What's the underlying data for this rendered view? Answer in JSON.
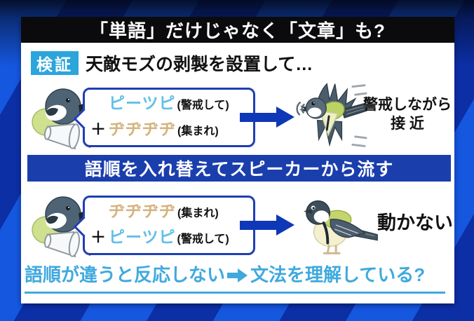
{
  "colors": {
    "background_stripe_bright": "#1557DF",
    "background_stripe_dark": "#0C2FA6",
    "header_bg": "#0B0B0D",
    "badge_bg": "#2BA5DC",
    "banner_bg": "#1B3EAD",
    "box_border": "#1F3EB5",
    "arrow": "#0F38B8",
    "call_peetsupi": "#63BFE8",
    "call_jijijiji": "#D4B37E",
    "conclusion_text": "#3FA9DE",
    "megaphone_dash": "#C9252E"
  },
  "header": {
    "title": "「単語」だけじゃなく「文章」も?"
  },
  "experiment": {
    "badge": "検証",
    "description": "天敵モズの剥製を設置して…"
  },
  "trial1": {
    "box": {
      "line1": {
        "call": "ピーツピ",
        "meaning": "(警戒して)"
      },
      "line2": {
        "plus": "＋",
        "call": "ヂヂヂヂ",
        "meaning": "(集まれ)"
      }
    },
    "result_line1": "警戒しながら",
    "result_line2": "接 近"
  },
  "banner": {
    "label": "語順を入れ替えてスピーカーから流す"
  },
  "trial2": {
    "box": {
      "line1": {
        "call": "ヂヂヂヂ",
        "meaning": "(集まれ)"
      },
      "line2": {
        "plus": "＋",
        "call": "ピーツピ",
        "meaning": "(警戒して)"
      }
    },
    "result_line1": "動かない"
  },
  "conclusion": {
    "left": "語順が違うと反応しない",
    "arrow_glyph": "➡",
    "right": "文法を理解している?"
  },
  "icons": {
    "bird_speaker": "bird-with-megaphone-icon",
    "flying_bird": "flying-tit-icon",
    "standing_bird": "standing-tit-icon",
    "flow_arrow": "right-arrow-icon",
    "conclusion_arrow": "solid-right-arrow-icon"
  }
}
